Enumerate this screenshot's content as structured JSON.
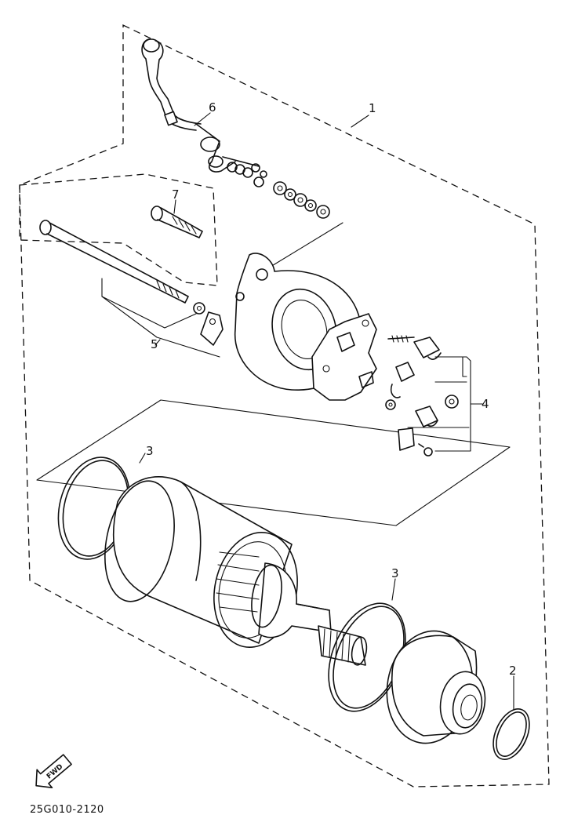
{
  "callouts": {
    "c1": "1",
    "c2": "2",
    "c3a": "3",
    "c3b": "3",
    "c4": "4",
    "c5": "5",
    "c6": "6",
    "c7": "7"
  },
  "fwd_label": "FWD",
  "diagram_code": "25G010-2120",
  "icons": {
    "fwd": "fwd-arrow-icon"
  },
  "colors": {
    "ink": "#111111",
    "background": "#ffffff"
  }
}
